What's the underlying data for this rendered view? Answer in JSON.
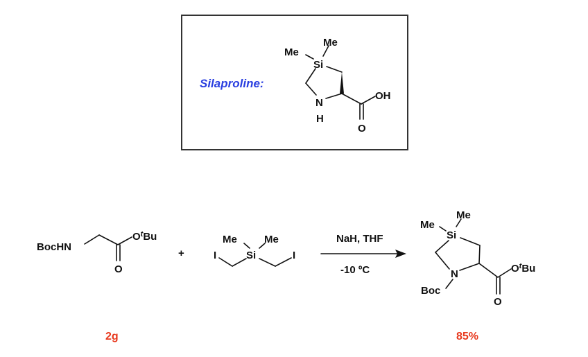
{
  "highlight_box": {
    "label": "Silaproline:",
    "structure": {
      "me_top": "Me",
      "me_left": "Me",
      "si": "Si",
      "n": "N",
      "h": "H",
      "oh": "OH",
      "o": "O"
    }
  },
  "reaction": {
    "reactant1": {
      "n_label": "BocHN",
      "ester_o": "O",
      "ester_sup": "t",
      "ester_r": "Bu",
      "carbonyl_o": "O",
      "amount": "2g"
    },
    "plus": "+",
    "reactant2": {
      "me1": "Me",
      "me2": "Me",
      "si": "Si",
      "i1": "I",
      "i2": "I"
    },
    "conditions": {
      "reagents": "NaH, THF",
      "temperature": "-10 ºC"
    },
    "product": {
      "me_top": "Me",
      "me_left": "Me",
      "si": "Si",
      "n": "N",
      "boc": "Boc",
      "ester_o": "O",
      "ester_sup": "t",
      "ester_r": "Bu",
      "carbonyl_o": "O",
      "yield": "85%"
    }
  },
  "colors": {
    "label_blue": "#2a3fe0",
    "amount_red": "#e8391e"
  }
}
